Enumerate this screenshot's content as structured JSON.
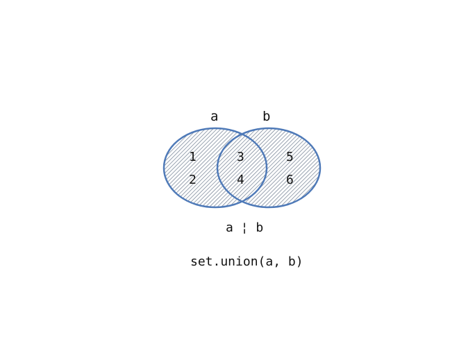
{
  "sets": {
    "a": {
      "label": "a",
      "members": [
        "1",
        "2",
        "3",
        "4"
      ]
    },
    "b": {
      "label": "b",
      "members": [
        "3",
        "4",
        "5",
        "6"
      ]
    }
  },
  "regions": {
    "only_a": [
      "1",
      "2"
    ],
    "both": [
      "3",
      "4"
    ],
    "only_b": [
      "5",
      "6"
    ]
  },
  "highlighted_region": "union (all regions shaded)",
  "expressions": {
    "operator": "a ¦ b",
    "method": "set.union(a, b)"
  },
  "colors": {
    "circle_stroke": "#4f7ab8",
    "hatch_fill": "#6f7d90",
    "text": "#111111",
    "background": "#ffffff"
  }
}
